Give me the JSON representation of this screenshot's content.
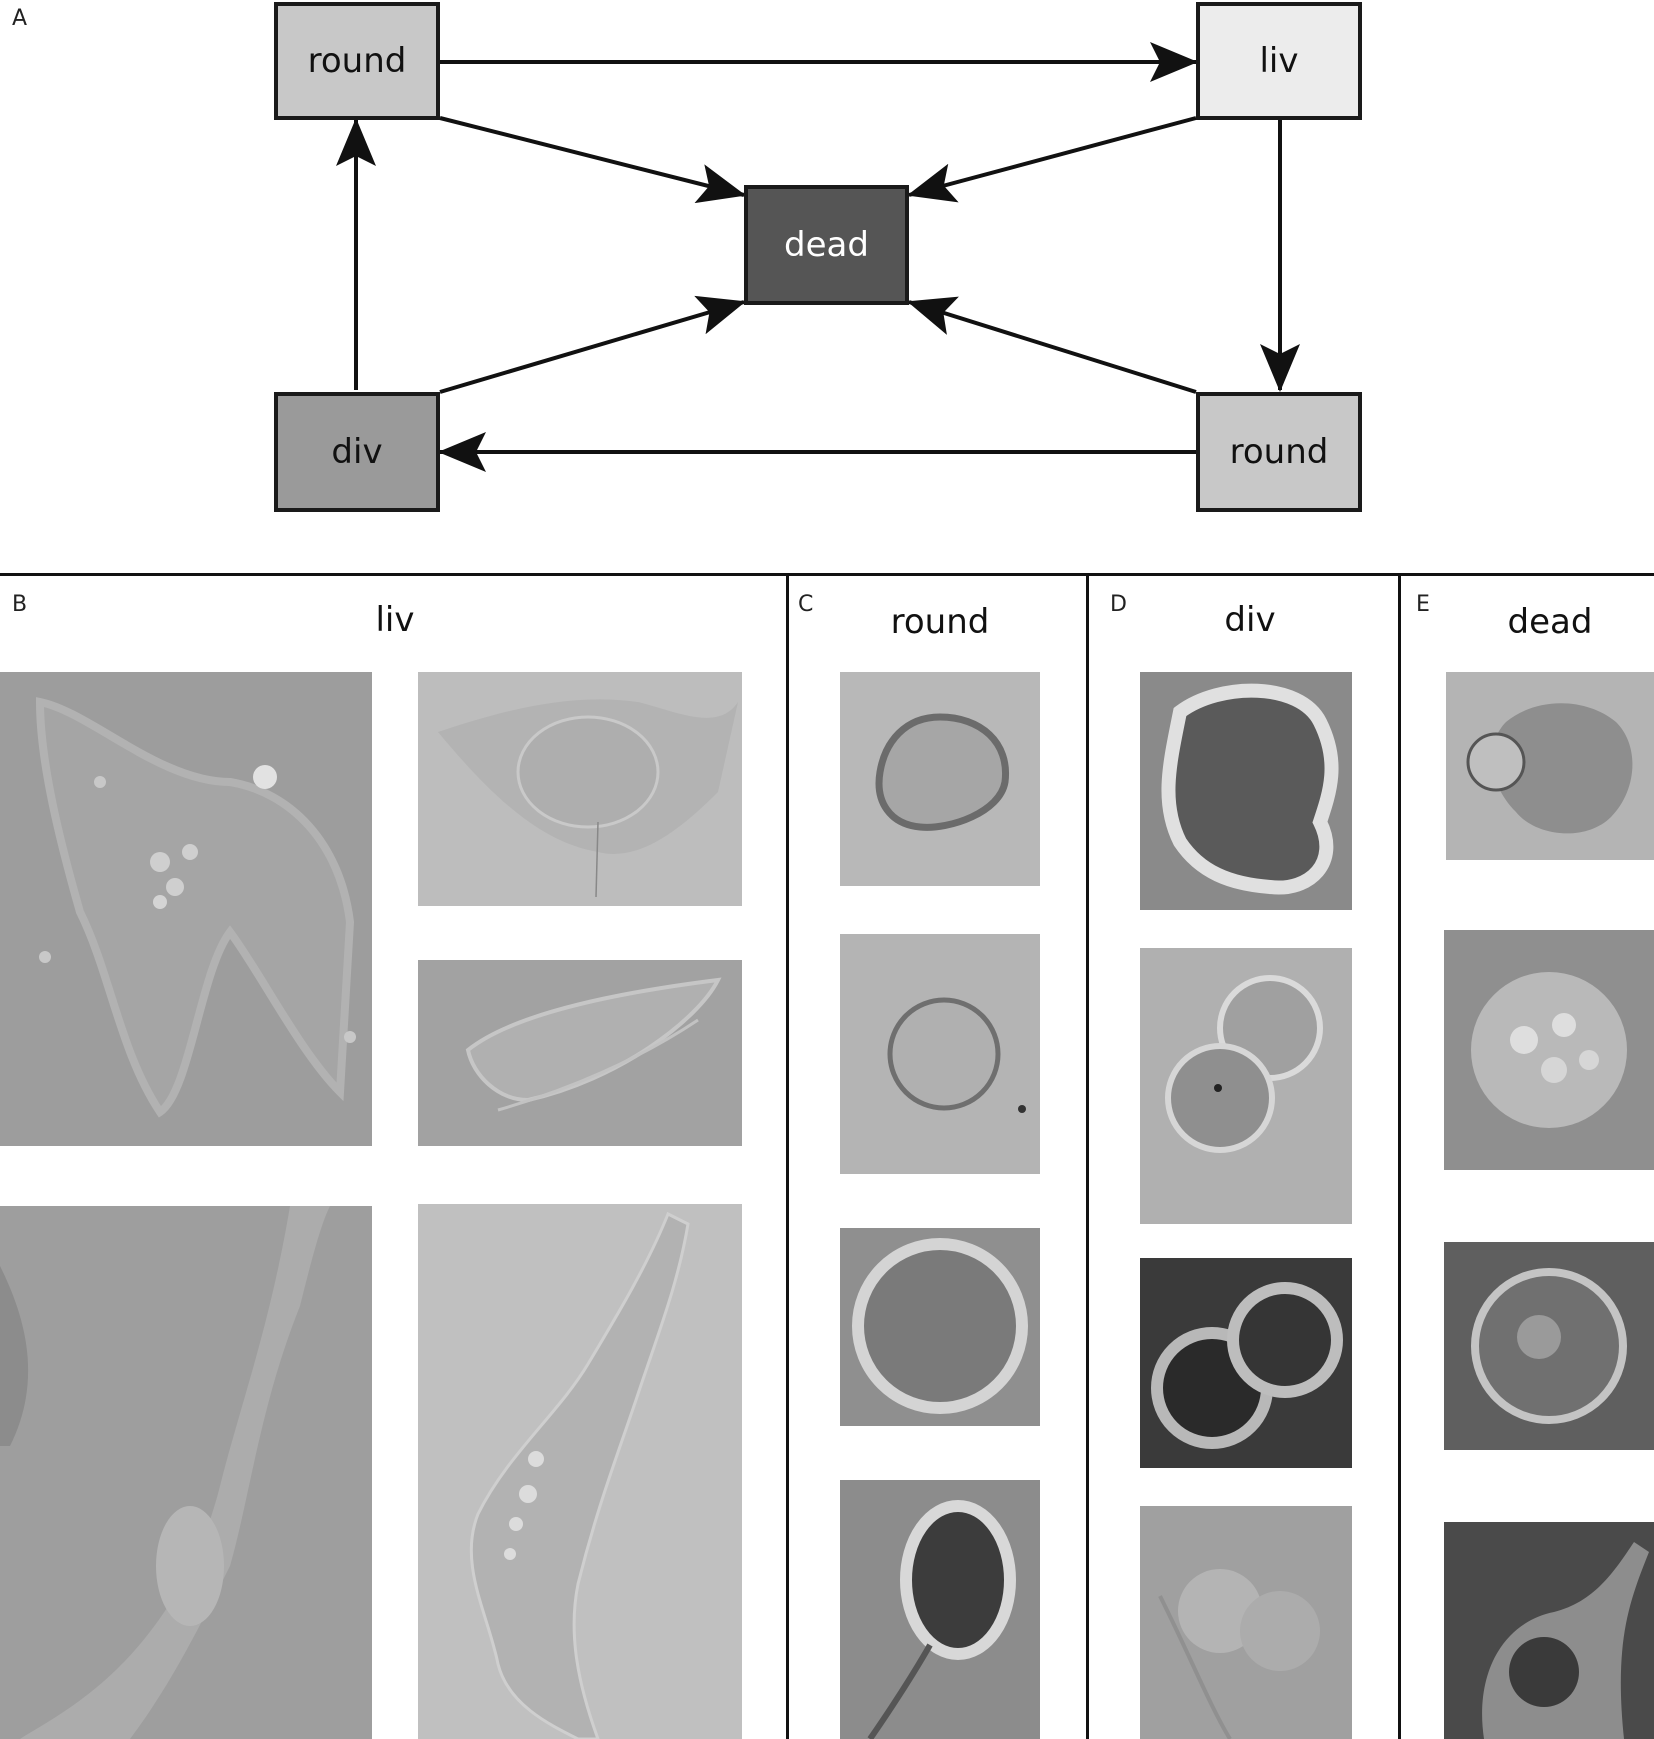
{
  "panels": {
    "a": {
      "letter": "A"
    },
    "b": {
      "letter": "B",
      "title": "liv"
    },
    "c": {
      "letter": "C",
      "title": "round"
    },
    "d": {
      "letter": "D",
      "title": "div"
    },
    "e": {
      "letter": "E",
      "title": "dead"
    }
  },
  "diagram": {
    "nodes": {
      "round_top": {
        "label": "round",
        "fill": "#c8c8c8"
      },
      "liv": {
        "label": "liv",
        "fill": "#e8e8e8"
      },
      "dead": {
        "label": "dead",
        "fill": "#555555"
      },
      "div": {
        "label": "div",
        "fill": "#9a9a9a"
      },
      "round_bottom": {
        "label": "round",
        "fill": "#c8c8c8"
      }
    },
    "edges": [
      [
        "round_top",
        "liv"
      ],
      [
        "liv",
        "round_bottom"
      ],
      [
        "round_bottom",
        "div"
      ],
      [
        "div",
        "round_top"
      ],
      [
        "round_top",
        "dead"
      ],
      [
        "liv",
        "dead"
      ],
      [
        "div",
        "dead"
      ],
      [
        "round_bottom",
        "dead"
      ]
    ]
  },
  "colors": {
    "line": "#111111",
    "dead_text": "#ffffff",
    "node_text": "#111111"
  }
}
